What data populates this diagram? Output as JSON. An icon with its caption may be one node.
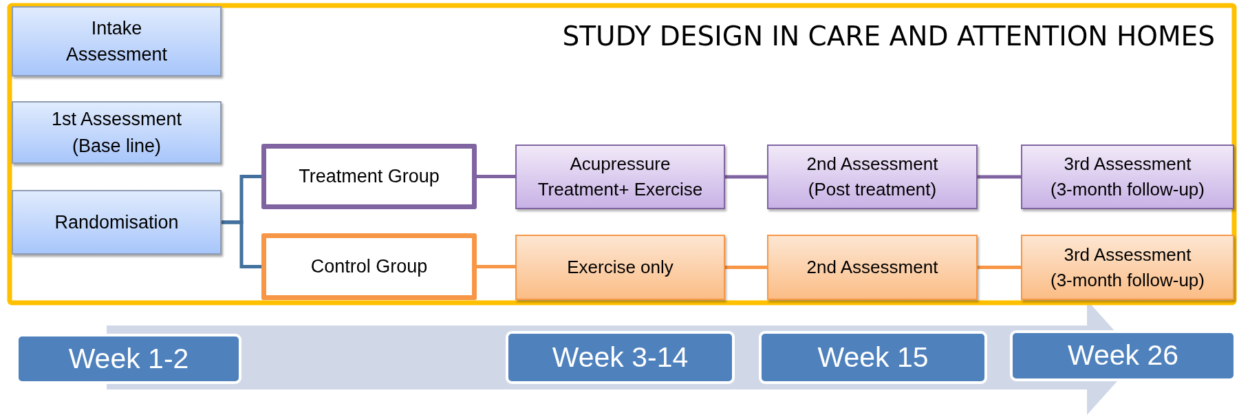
{
  "diagram": {
    "title": "STUDY DESIGN IN CARE AND ATTENTION HOMES",
    "nodes": [
      {
        "text": [
          "Intake Assessment"
        ]
      },
      {
        "text": [
          "1st Assessment (Base line)"
        ]
      },
      {
        "text": [
          "Randomisation"
        ]
      },
      {
        "text": [
          "Treatment Group"
        ]
      },
      {
        "text": [
          "Control Group"
        ]
      },
      {
        "text": [
          "Acupressure Treatment+ Exercise"
        ]
      },
      {
        "text": [
          "2nd Assessment (Post treatment)"
        ]
      },
      {
        "text": [
          "3rd Assessment (3-month follow-up)"
        ]
      },
      {
        "text": [
          "Exercise only"
        ]
      },
      {
        "text": [
          "2nd Assessment"
        ]
      },
      {
        "text": [
          "3rd Assessment (3-month follow-up)"
        ]
      },
      {
        "text": [
          "Week 1-2"
        ]
      },
      {
        "text": [
          "Week 3-14"
        ]
      },
      {
        "text": [
          "Week 15"
        ]
      },
      {
        "text": [
          "Week 26"
        ]
      }
    ],
    "edges": [
      {
        "from": 2,
        "to": 3,
        "arrow": "none",
        "color": "#41719c"
      },
      {
        "from": 2,
        "to": 4,
        "arrow": "none",
        "color": "#41719c"
      },
      {
        "from": 3,
        "to": 5,
        "arrow": "none",
        "color": "#8064a2"
      },
      {
        "from": 5,
        "to": 6,
        "arrow": "none",
        "color": "#8064a2"
      },
      {
        "from": 6,
        "to": 7,
        "arrow": "none",
        "color": "#8064a2"
      },
      {
        "from": 4,
        "to": 8,
        "arrow": "none",
        "color": "#f79646"
      },
      {
        "from": 8,
        "to": 9,
        "arrow": "none",
        "color": "#f79646"
      },
      {
        "from": 9,
        "to": 10,
        "arrow": "none",
        "color": "#f79646"
      },
      {
        "from": 11,
        "to": null,
        "arrow": "to",
        "style": "thick",
        "color": "#d0d8e8"
      }
    ]
  }
}
